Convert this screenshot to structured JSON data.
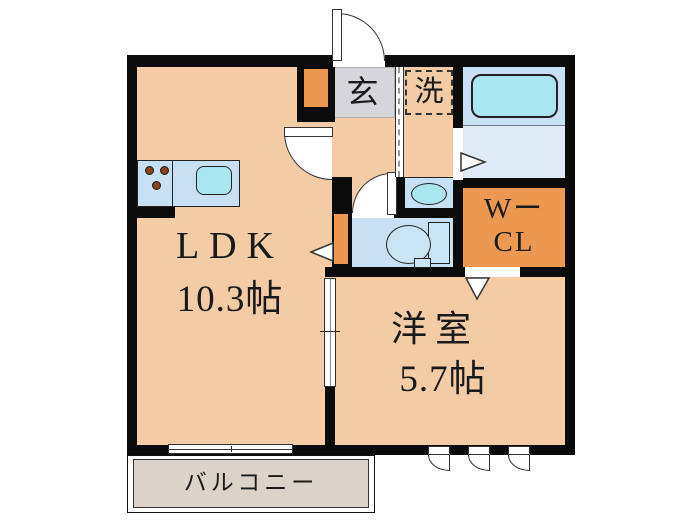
{
  "document_type": "apartment floor plan",
  "rooms": {
    "ldk": {
      "name": "LDK",
      "size": "10.3帖"
    },
    "western": {
      "name": "洋室",
      "size": "5.7帖"
    },
    "entrance": {
      "label": "玄"
    },
    "laundry": {
      "label": "洗"
    },
    "closet": {
      "line1": "Wー",
      "line2": "CL"
    },
    "balcony": {
      "label": "バルコニー"
    }
  },
  "fixtures": {
    "kitchen_stove": "3-burner stove",
    "kitchen_sink": "kitchen sink",
    "bathtub": "bathtub",
    "washbasin": "washbasin",
    "toilet": "toilet",
    "entrance_door": "hinged door (swing arc)",
    "ldk_door": "hinged door (swing arc)",
    "toilet_door": "hinged door (swing arc)",
    "sliding_doors": 2,
    "balcony_window": "sliding window",
    "small_windows": 3
  },
  "colors": {
    "wall": "#0b0b0b",
    "floor": "#F3CBA4",
    "entrance_floor": "#D6D6DA",
    "water_room": "#C7E0F4",
    "fixture_cyan": "#A9E6EF",
    "bath_floor": "#DEEBF7",
    "closet_orange": "#EB9850",
    "balcony_floor": "#DBD2CA"
  }
}
